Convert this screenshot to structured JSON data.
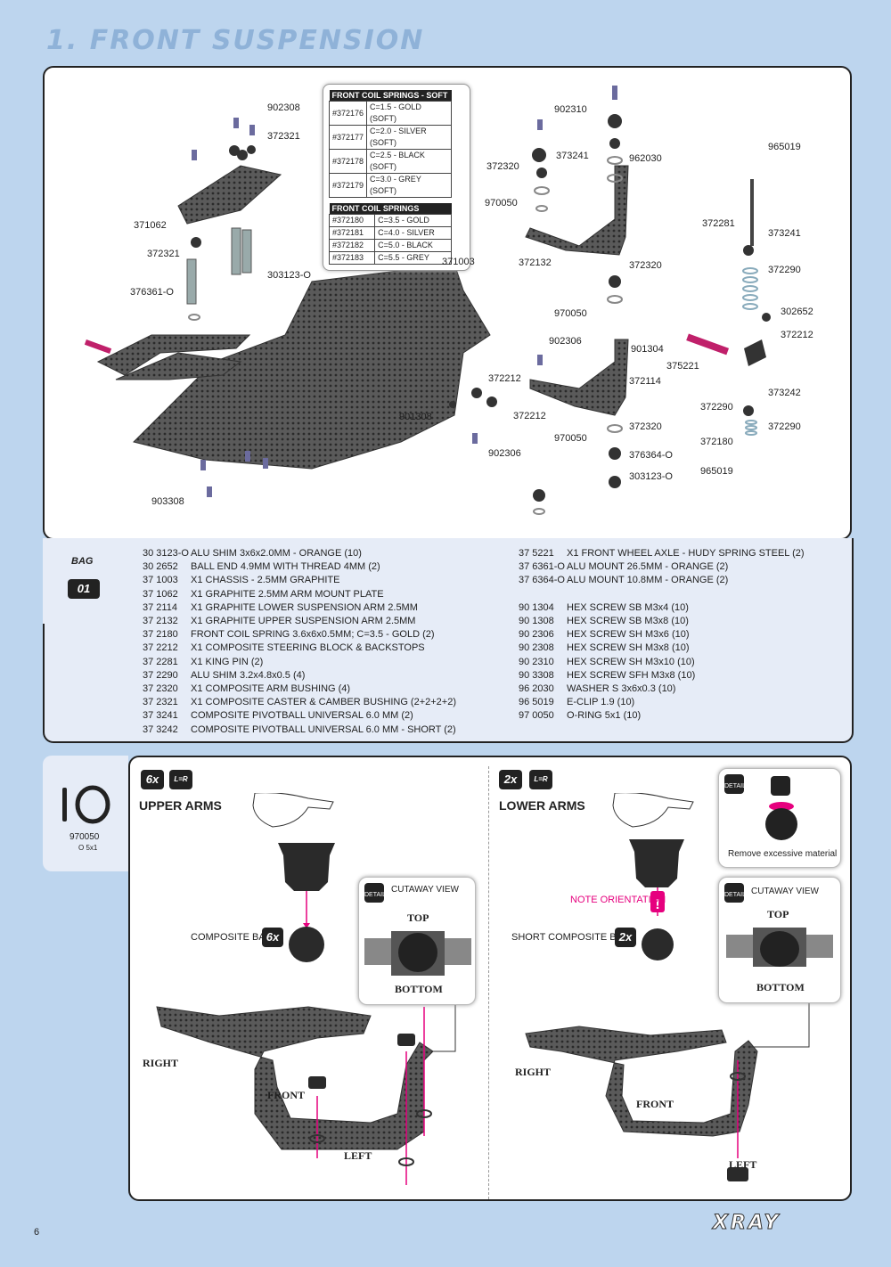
{
  "page": {
    "title": "1. FRONT SUSPENSION",
    "page_number": "6",
    "logo": "XRAY"
  },
  "spring_tables": [
    {
      "header": "FRONT COIL SPRINGS - SOFT",
      "rows": [
        [
          "#372176",
          "C=1.5 - GOLD (SOFT)"
        ],
        [
          "#372177",
          "C=2.0 - SILVER (SOFT)"
        ],
        [
          "#372178",
          "C=2.5 - BLACK (SOFT)"
        ],
        [
          "#372179",
          "C=3.0 - GREY (SOFT)"
        ]
      ]
    },
    {
      "header": "FRONT COIL SPRINGS",
      "rows": [
        [
          "#372180",
          "C=3.5 - GOLD"
        ],
        [
          "#372181",
          "C=4.0 - SILVER"
        ],
        [
          "#372182",
          "C=5.0 - BLACK"
        ],
        [
          "#372183",
          "C=5.5 - GREY"
        ]
      ]
    }
  ],
  "exploded_labels": [
    "902308",
    "372321",
    "371062",
    "372321",
    "376361-O",
    "303123-O",
    "903308",
    "371003",
    "372212",
    "901308",
    "372212",
    "902306",
    "902310",
    "372320",
    "373241",
    "962030",
    "970050",
    "372132",
    "372320",
    "970050",
    "902306",
    "372114",
    "970050",
    "372320",
    "376364-O",
    "303123-O",
    "965019",
    "372281",
    "373241",
    "372290",
    "302652",
    "372212",
    "901304",
    "375221",
    "372290",
    "373242",
    "372180",
    "372290",
    "965019"
  ],
  "bag": {
    "label": "BAG",
    "number": "01"
  },
  "parts_left": [
    [
      "30 3123-O",
      "ALU SHIM 3x6x2.0MM - ORANGE (10)"
    ],
    [
      "30 2652",
      "BALL END 4.9MM WITH THREAD 4MM (2)"
    ],
    [
      "37 1003",
      "X1 CHASSIS - 2.5MM GRAPHITE"
    ],
    [
      "37 1062",
      "X1 GRAPHITE 2.5MM ARM MOUNT PLATE"
    ],
    [
      "37 2114",
      "X1 GRAPHITE LOWER SUSPENSION ARM 2.5MM"
    ],
    [
      "37 2132",
      "X1 GRAPHITE UPPER SUSPENSION ARM 2.5MM"
    ],
    [
      "37 2180",
      "FRONT COIL SPRING 3.6x6x0.5MM; C=3.5 - GOLD (2)"
    ],
    [
      "37 2212",
      "X1 COMPOSITE STEERING BLOCK & BACKSTOPS"
    ],
    [
      "37 2281",
      "X1 KING PIN (2)"
    ],
    [
      "37 2290",
      "ALU SHIM 3.2x4.8x0.5 (4)"
    ],
    [
      "37 2320",
      "X1 COMPOSITE ARM BUSHING (4)"
    ],
    [
      "37 2321",
      "X1 COMPOSITE CASTER & CAMBER BUSHING (2+2+2+2)"
    ],
    [
      "37 3241",
      "COMPOSITE PIVOTBALL UNIVERSAL 6.0 MM (2)"
    ],
    [
      "37 3242",
      "COMPOSITE PIVOTBALL UNIVERSAL 6.0 MM - SHORT (2)"
    ]
  ],
  "parts_right": [
    [
      "37 5221",
      "X1 FRONT WHEEL AXLE - HUDY SPRING STEEL (2)"
    ],
    [
      "37 6361-O",
      "ALU MOUNT 26.5MM - ORANGE (2)"
    ],
    [
      "37 6364-O",
      "ALU MOUNT 10.8MM - ORANGE (2)"
    ],
    [
      "",
      ""
    ],
    [
      "90 1304",
      "HEX SCREW SB M3x4  (10)"
    ],
    [
      "90 1308",
      "HEX SCREW SB M3x8  (10)"
    ],
    [
      "90 2306",
      "HEX SCREW SH M3x6  (10)"
    ],
    [
      "90 2308",
      "HEX SCREW SH M3x8  (10)"
    ],
    [
      "90 2310",
      "HEX SCREW SH M3x10  (10)"
    ],
    [
      "90 3308",
      "HEX SCREW SFH M3x8  (10)"
    ],
    [
      "96 2030",
      "WASHER S 3x6x0.3  (10)"
    ],
    [
      "96 5019",
      "E-CLIP 1.9  (10)"
    ],
    [
      "97 0050",
      "O-RING 5x1  (10)"
    ]
  ],
  "side_part": {
    "code": "970050",
    "desc": "O 5x1"
  },
  "step": {
    "upper": {
      "qty": "6x",
      "lr": "L=R",
      "title": "UPPER ARMS",
      "ball_label": "COMPOSITE BALL",
      "ball_qty": "6x",
      "cutaway": "CUTAWAY VIEW",
      "top": "TOP",
      "bottom": "BOTTOM",
      "detail": "DETAIL",
      "right": "RIGHT",
      "front": "FRONT",
      "left": "LEFT"
    },
    "lower": {
      "qty": "2x",
      "lr": "L=R",
      "title": "LOWER ARMS",
      "note": "NOTE ORIENTATION",
      "ball_label": "SHORT COMPOSITE BALL",
      "ball_qty": "2x",
      "cutaway": "CUTAWAY VIEW",
      "top": "TOP",
      "bottom": "BOTTOM",
      "detail": "DETAIL",
      "right": "RIGHT",
      "front": "FRONT",
      "left": "LEFT",
      "remove": "Remove excessive material"
    }
  },
  "colors": {
    "accent": "#e6007e",
    "page_bg": "#bdd5ee",
    "panel_bg": "#e6ecf7"
  }
}
